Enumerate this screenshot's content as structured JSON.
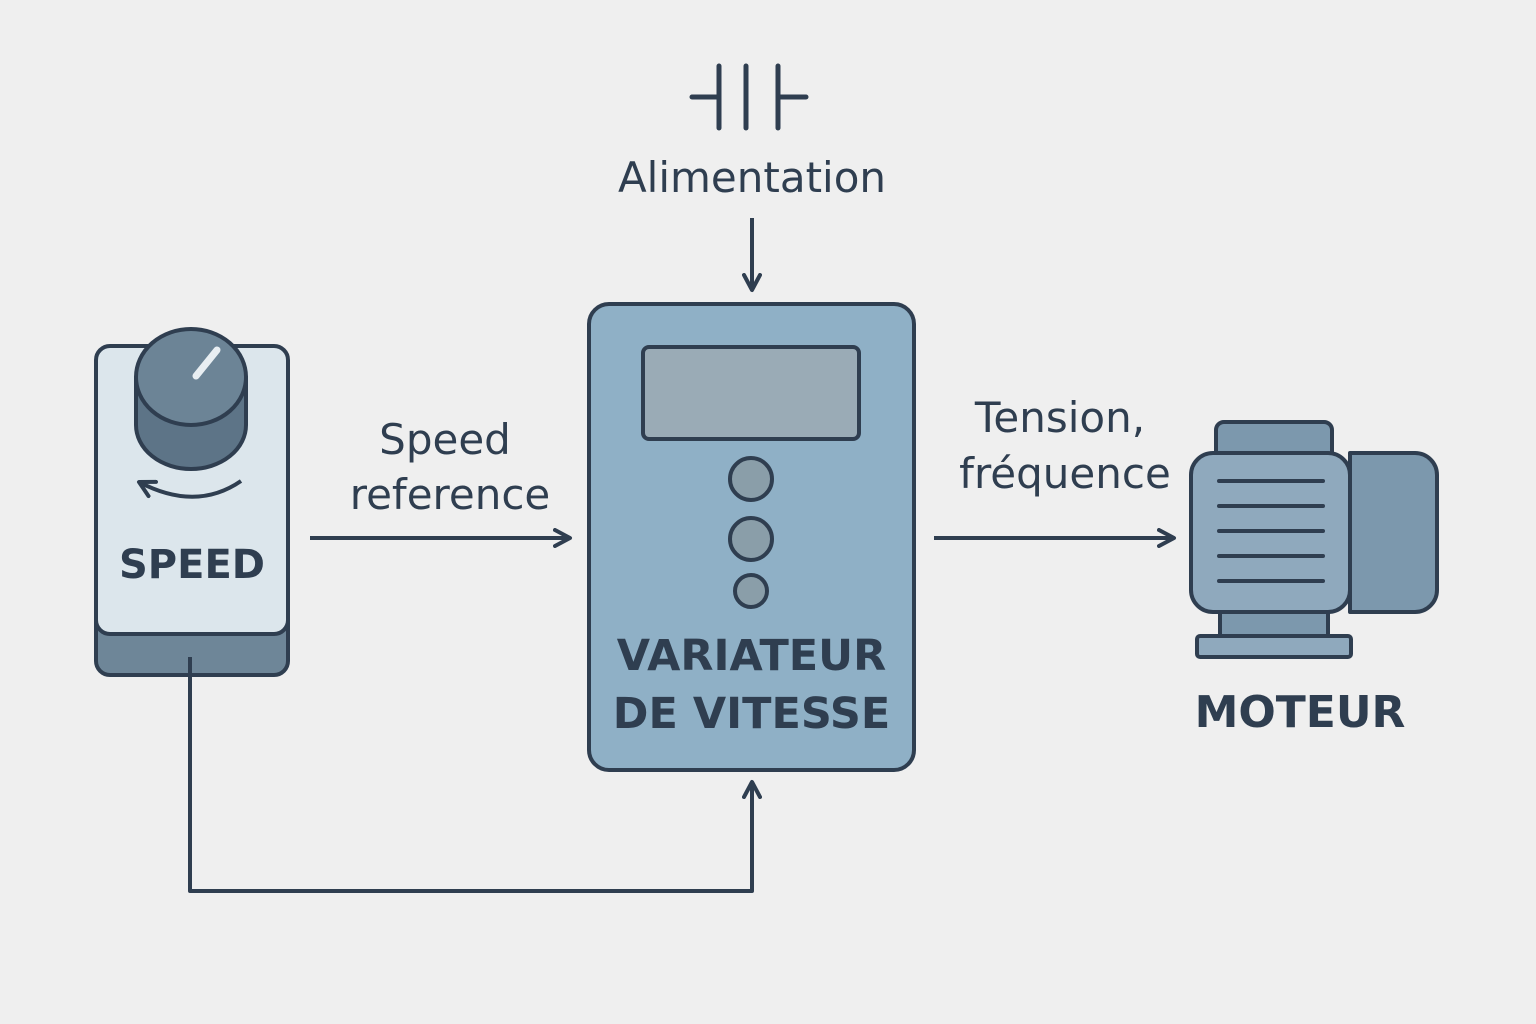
{
  "labels": {
    "power_supply": "Alimentation",
    "speed_reference_line1": "Speed",
    "speed_reference_line2": "reference",
    "speed_knob": "SPEED",
    "drive_line1": "VARIATEUR",
    "drive_line2": "DE VITESSE",
    "output_line1": "Tension,",
    "output_line2": "fréquence",
    "motor": "MOTEUR"
  },
  "icons": [
    "capacitor-symbol-icon",
    "speed-knob-icon",
    "rotation-arrow-icon",
    "drive-display-icon",
    "drive-button-icon",
    "motor-icon"
  ],
  "colors": {
    "background": "#efefef",
    "stroke": "#2f3e50",
    "drive_fill": "#8fb0c6",
    "drive_display": "#9aabb6",
    "knob_panel": "#dce6ec",
    "knob_base": "#6e8698",
    "knob": "#6c8496",
    "motor_body": "#8fa9bd",
    "motor_cap": "#7c98ad"
  }
}
